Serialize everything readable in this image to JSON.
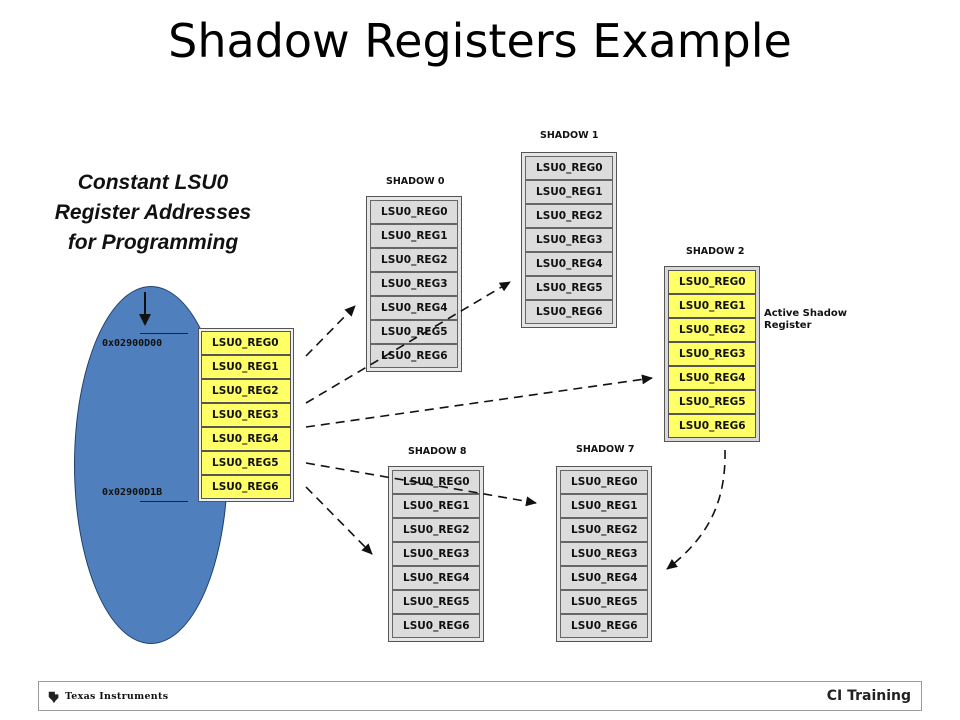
{
  "title": "Shadow Registers Example",
  "caption": "Constant LSU0 Register Addresses for Programming",
  "addresses": {
    "start": "0x02900D00",
    "end": "0x02900D1B"
  },
  "register_labels": [
    "LSU0_REG0",
    "LSU0_REG1",
    "LSU0_REG2",
    "LSU0_REG3",
    "LSU0_REG4",
    "LSU0_REG5",
    "LSU0_REG6"
  ],
  "shadows": {
    "shadow0": "SHADOW 0",
    "shadow1": "SHADOW 1",
    "shadow2": "SHADOW 2",
    "shadow7": "SHADOW 7",
    "shadow8": "SHADOW 8"
  },
  "active_label": "Active Shadow Register",
  "footer": {
    "left_brand": "Texas Instruments",
    "right_text": "CI Training"
  },
  "colors": {
    "blob": "#4f80bd",
    "active": "#ffff66",
    "inactive": "#dcdcdc"
  },
  "icons": {
    "logo": "texas-instruments-logo-icon"
  }
}
